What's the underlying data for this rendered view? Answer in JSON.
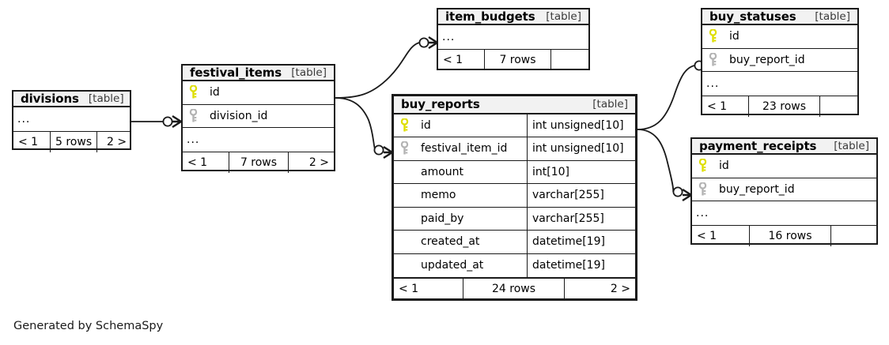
{
  "diagram": {
    "kind_label": "[table]",
    "ellipsis": "...",
    "credit": "Generated by SchemaSpy",
    "colors": {
      "primary_key": "#dede00",
      "foreign_key": "#b3b3b3",
      "border": "#1a1a1a",
      "header_bg": "#f2f2f2",
      "background": "#ffffff"
    },
    "tables": [
      {
        "id": "divisions",
        "name": "divisions",
        "kind": "[table]",
        "focal": false,
        "columns": [
          {
            "name": "...",
            "type": "",
            "key": "none",
            "ellipsis": true
          }
        ],
        "footer": {
          "prev": "< 1",
          "rows": "5 rows",
          "next": "2 >"
        }
      },
      {
        "id": "festival_items",
        "name": "festival_items",
        "kind": "[table]",
        "focal": false,
        "columns": [
          {
            "name": "id",
            "type": "",
            "key": "primary",
            "ellipsis": false
          },
          {
            "name": "division_id",
            "type": "",
            "key": "foreign",
            "ellipsis": false
          },
          {
            "name": "...",
            "type": "",
            "key": "none",
            "ellipsis": true
          }
        ],
        "footer": {
          "prev": "< 1",
          "rows": "7 rows",
          "next": "2 >"
        }
      },
      {
        "id": "item_budgets",
        "name": "item_budgets",
        "kind": "[table]",
        "focal": false,
        "columns": [
          {
            "name": "...",
            "type": "",
            "key": "none",
            "ellipsis": true
          }
        ],
        "footer": {
          "prev": "< 1",
          "rows": "7 rows",
          "next": ""
        }
      },
      {
        "id": "buy_statuses",
        "name": "buy_statuses",
        "kind": "[table]",
        "focal": false,
        "columns": [
          {
            "name": "id",
            "type": "",
            "key": "primary",
            "ellipsis": false
          },
          {
            "name": "buy_report_id",
            "type": "",
            "key": "foreign",
            "ellipsis": false
          },
          {
            "name": "...",
            "type": "",
            "key": "none",
            "ellipsis": true
          }
        ],
        "footer": {
          "prev": "< 1",
          "rows": "23 rows",
          "next": ""
        }
      },
      {
        "id": "payment_receipts",
        "name": "payment_receipts",
        "kind": "[table]",
        "focal": false,
        "columns": [
          {
            "name": "id",
            "type": "",
            "key": "primary",
            "ellipsis": false
          },
          {
            "name": "buy_report_id",
            "type": "",
            "key": "foreign",
            "ellipsis": false
          },
          {
            "name": "...",
            "type": "",
            "key": "none",
            "ellipsis": true
          }
        ],
        "footer": {
          "prev": "< 1",
          "rows": "16 rows",
          "next": ""
        }
      },
      {
        "id": "buy_reports",
        "name": "buy_reports",
        "kind": "[table]",
        "focal": true,
        "columns": [
          {
            "name": "id",
            "type": "int unsigned[10]",
            "key": "primary",
            "ellipsis": false
          },
          {
            "name": "festival_item_id",
            "type": "int unsigned[10]",
            "key": "foreign",
            "ellipsis": false
          },
          {
            "name": "amount",
            "type": "int[10]",
            "key": "none",
            "ellipsis": false
          },
          {
            "name": "memo",
            "type": "varchar[255]",
            "key": "none",
            "ellipsis": false
          },
          {
            "name": "paid_by",
            "type": "varchar[255]",
            "key": "none",
            "ellipsis": false
          },
          {
            "name": "created_at",
            "type": "datetime[19]",
            "key": "none",
            "ellipsis": false
          },
          {
            "name": "updated_at",
            "type": "datetime[19]",
            "key": "none",
            "ellipsis": false
          }
        ],
        "footer": {
          "prev": "< 1",
          "rows": "24 rows",
          "next": "2 >"
        }
      }
    ],
    "relationships": [
      {
        "from": "divisions",
        "to": "festival_items.division_id"
      },
      {
        "from": "festival_items.id",
        "to": "item_budgets"
      },
      {
        "from": "festival_items.id",
        "to": "buy_reports.festival_item_id"
      },
      {
        "from": "buy_reports.id",
        "to": "buy_statuses.buy_report_id"
      },
      {
        "from": "buy_reports.id",
        "to": "payment_receipts.buy_report_id"
      }
    ]
  }
}
